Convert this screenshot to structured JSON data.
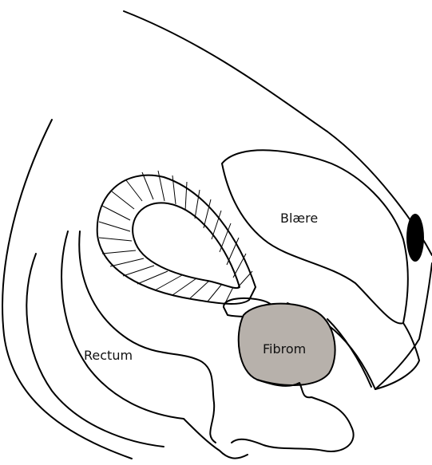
{
  "labels": {
    "bladder": "Blære",
    "fibroid": "Fibrom",
    "rectum": "Rectum"
  },
  "colors": {
    "fibroid_fill": "#b7b1ab",
    "pubic_bone_fill": "#000000",
    "outline": "#000000"
  }
}
